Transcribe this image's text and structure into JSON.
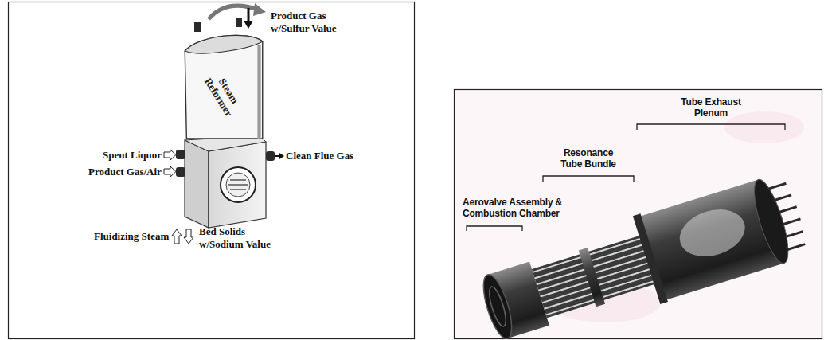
{
  "diagram": {
    "nodes": [
      {
        "text": [
          "Steam Reformer"
        ]
      }
    ],
    "labels": [
      "Product Gas w/Sulfur Value",
      "Spent Liquor",
      "Product Gas/Air",
      "Clean Flue Gas",
      "Fluidizing Steam",
      "Bed Solids w/Sodium Value",
      "Aerovalve Assembly & Combustion Chamber",
      "Resonance Tube Bundle",
      "Tube Exhaust Plenum"
    ]
  }
}
